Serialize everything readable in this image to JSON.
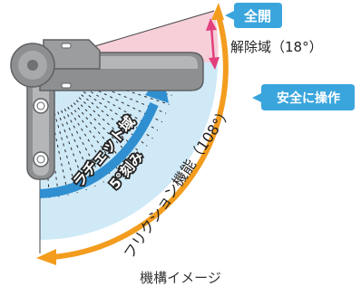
{
  "badges": {
    "full_open": "全開",
    "safe_operation": "安全に操作"
  },
  "labels": {
    "release_zone": "解除域（18°）",
    "ratchet_zone": "ラチェット域",
    "ratchet_step": "5°刻み",
    "friction": "フリクション機能（108°）"
  },
  "caption": "機構イメージ",
  "colors": {
    "badge_blue": "#3aa5dd",
    "release_pink": "#f6cfd9",
    "release_arrow": "#e2407c",
    "friction_fill": "#cfe9f7",
    "friction_arc": "#f39c1e",
    "ratchet_arrow": "#2f8fd0",
    "ratchet_tick": "#2a2a2a",
    "mechanism_gray": "#8d8f91"
  }
}
